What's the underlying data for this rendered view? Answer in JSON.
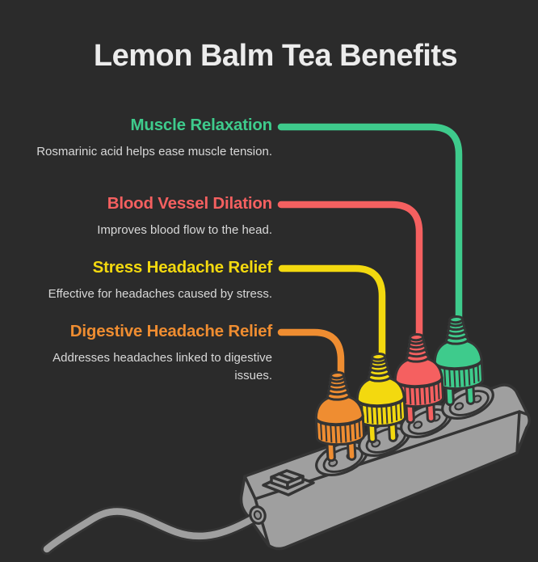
{
  "title": "Lemon Balm Tea Benefits",
  "benefits": [
    {
      "label": "Muscle Relaxation",
      "description": "Rosmarinic acid helps ease muscle tension.",
      "color": "#3ecb8c"
    },
    {
      "label": "Blood Vessel Dilation",
      "description": "Improves blood flow to the head.",
      "color": "#f56060"
    },
    {
      "label": "Stress Headache Relief",
      "description": "Effective for headaches caused by stress.",
      "color": "#f3d90f"
    },
    {
      "label": "Digestive Headache Relief",
      "description": "Addresses headaches linked to digestive issues.",
      "color": "#ef8d31"
    }
  ],
  "colors": {
    "background": "#2b2b2b",
    "titleText": "#ececec",
    "bodyText": "#d8d8d8",
    "benefit1": "#3ecb8c",
    "benefit2": "#f56060",
    "benefit3": "#f3d90f",
    "benefit4": "#ef8d31",
    "strip": "#9f9f9f",
    "stripHole": "#8f8f8f",
    "outline": "#343434"
  }
}
